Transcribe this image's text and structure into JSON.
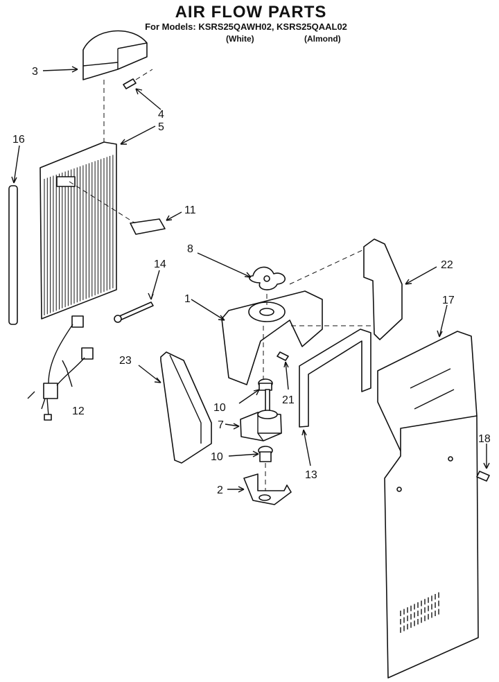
{
  "header": {
    "title": "AIR FLOW PARTS",
    "subtitle": "For Models: KSRS25QAWH02, KSRS25QAAL02",
    "variants": [
      "(White)",
      "(Almond)"
    ]
  },
  "parts": [
    {
      "number": "1"
    },
    {
      "number": "2"
    },
    {
      "number": "3"
    },
    {
      "number": "4"
    },
    {
      "number": "5"
    },
    {
      "number": "7"
    },
    {
      "number": "8"
    },
    {
      "number": "10"
    },
    {
      "number": "10"
    },
    {
      "number": "11"
    },
    {
      "number": "12"
    },
    {
      "number": "13"
    },
    {
      "number": "14"
    },
    {
      "number": "16"
    },
    {
      "number": "17"
    },
    {
      "number": "18"
    },
    {
      "number": "21"
    },
    {
      "number": "22"
    },
    {
      "number": "23"
    }
  ],
  "icons": [
    "air-duct-cover",
    "fan-blade",
    "fan-motor",
    "air-grille",
    "wiring-harness",
    "freezer-duct-panel"
  ]
}
